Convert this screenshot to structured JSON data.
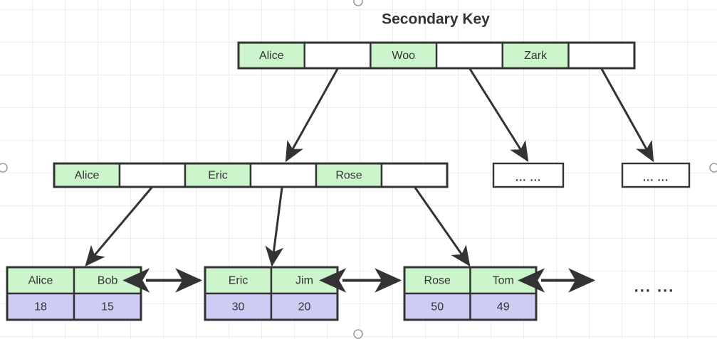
{
  "title": "Secondary Key",
  "colors": {
    "key_cell": "#ccf5cc",
    "pointer_cell": "#ffffff",
    "value_cell": "#ccccf5",
    "stroke": "#333333",
    "grid": "#ededed",
    "background": "#ffffff"
  },
  "root": {
    "name": "root-node",
    "cells": [
      {
        "label": "Alice",
        "type": "key"
      },
      {
        "label": "",
        "type": "pointer"
      },
      {
        "label": "Woo",
        "type": "key"
      },
      {
        "label": "",
        "type": "pointer"
      },
      {
        "label": "Zark",
        "type": "key"
      },
      {
        "label": "",
        "type": "pointer"
      }
    ]
  },
  "internal": {
    "name": "internal-node",
    "cells": [
      {
        "label": "Alice",
        "type": "key"
      },
      {
        "label": "",
        "type": "pointer"
      },
      {
        "label": "Eric",
        "type": "key"
      },
      {
        "label": "",
        "type": "pointer"
      },
      {
        "label": "Rose",
        "type": "key"
      },
      {
        "label": "",
        "type": "pointer"
      }
    ]
  },
  "placeholders": [
    {
      "name": "internal-placeholder-1",
      "label": "... ..."
    },
    {
      "name": "internal-placeholder-2",
      "label": "... ..."
    }
  ],
  "leaves": [
    {
      "name": "leaf-node-1",
      "keys": [
        "Alice",
        "Bob"
      ],
      "values": [
        "18",
        "15"
      ]
    },
    {
      "name": "leaf-node-2",
      "keys": [
        "Eric",
        "Jim"
      ],
      "values": [
        "30",
        "20"
      ]
    },
    {
      "name": "leaf-node-3",
      "keys": [
        "Rose",
        "Tom"
      ],
      "values": [
        "50",
        "49"
      ]
    }
  ],
  "leaf_tail_ellipsis": "... ..."
}
